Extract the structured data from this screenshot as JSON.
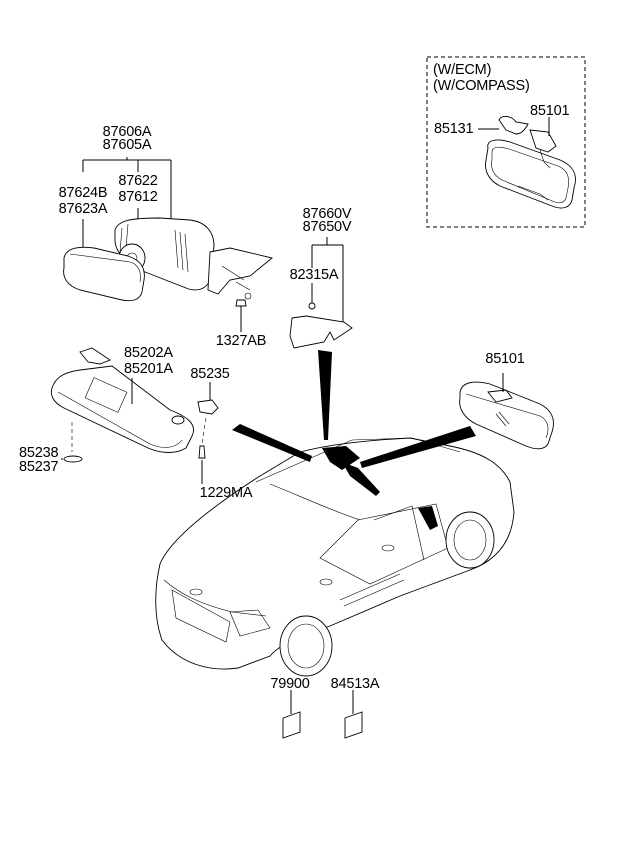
{
  "diagram": {
    "type": "exploded-parts-diagram",
    "subject": "Mirror & sun visor parts on sedan",
    "option_box": {
      "conditions": [
        "(W/ECM)",
        "(W/COMPASS)"
      ],
      "parts": [
        {
          "id": "85101",
          "label": "85101",
          "desc": "inside rear view mirror (ECM/compass)"
        },
        {
          "id": "85131",
          "label": "85131",
          "desc": "mirror cover"
        }
      ]
    },
    "parts": [
      {
        "group": "outside-mirror",
        "labels": [
          "87606A",
          "87605A"
        ]
      },
      {
        "group": "mirror-housing",
        "labels": [
          "87622",
          "87612"
        ]
      },
      {
        "group": "mirror-glass",
        "labels": [
          "87624B",
          "87623A"
        ]
      },
      {
        "group": "mirror-nut",
        "labels": [
          "1327AB"
        ]
      },
      {
        "group": "delta-cover",
        "labels": [
          "87660V",
          "87650V"
        ]
      },
      {
        "group": "delta-cover-clip",
        "labels": [
          "82315A"
        ]
      },
      {
        "group": "sun-visor",
        "labels": [
          "85202A",
          "85201A"
        ]
      },
      {
        "group": "visor-retainer",
        "labels": [
          "85235"
        ]
      },
      {
        "group": "visor-holder",
        "labels": [
          "85238",
          "85237"
        ]
      },
      {
        "group": "screw",
        "labels": [
          "1229MA"
        ]
      },
      {
        "group": "inside-mirror",
        "labels": [
          "85101"
        ]
      },
      {
        "group": "label-1",
        "labels": [
          "79900"
        ]
      },
      {
        "group": "label-2",
        "labels": [
          "84513A"
        ]
      }
    ]
  }
}
